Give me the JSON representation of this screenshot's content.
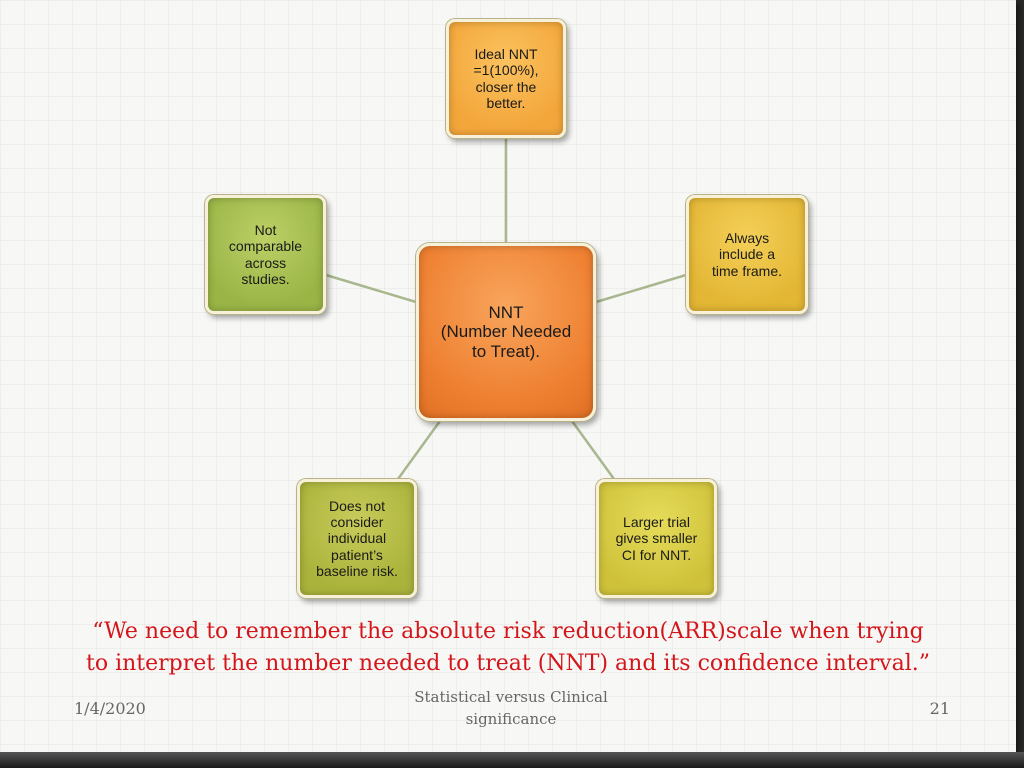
{
  "diagram": {
    "center": "NNT\n(Number Needed\nto Treat).",
    "top": "Ideal NNT\n=1(100%),\ncloser the\nbetter.",
    "right": "Always\ninclude a\ntime frame.",
    "bottom_right": "Larger trial\ngives smaller\nCI for NNT.",
    "bottom_left": "Does not\nconsider\nindividual\npatient’s\nbaseline risk.",
    "left": "Not\ncomparable\nacross\nstudies."
  },
  "quote": "“We need to remember the absolute risk reduction(ARR)scale when trying\nto interpret the number needed to treat (NNT) and its confidence interval.”",
  "footer": {
    "date": "1/4/2020",
    "title": "Statistical versus Clinical\nsignificance",
    "page": "21"
  },
  "colors": {
    "center": "#ee7e2f",
    "top": "#f3a63a",
    "right": "#e3b634",
    "bottom_right": "#cfc23a",
    "bottom_left": "#aab33b",
    "left": "#9ab546",
    "quote": "#d4161b",
    "connector": "#a9b78f"
  }
}
